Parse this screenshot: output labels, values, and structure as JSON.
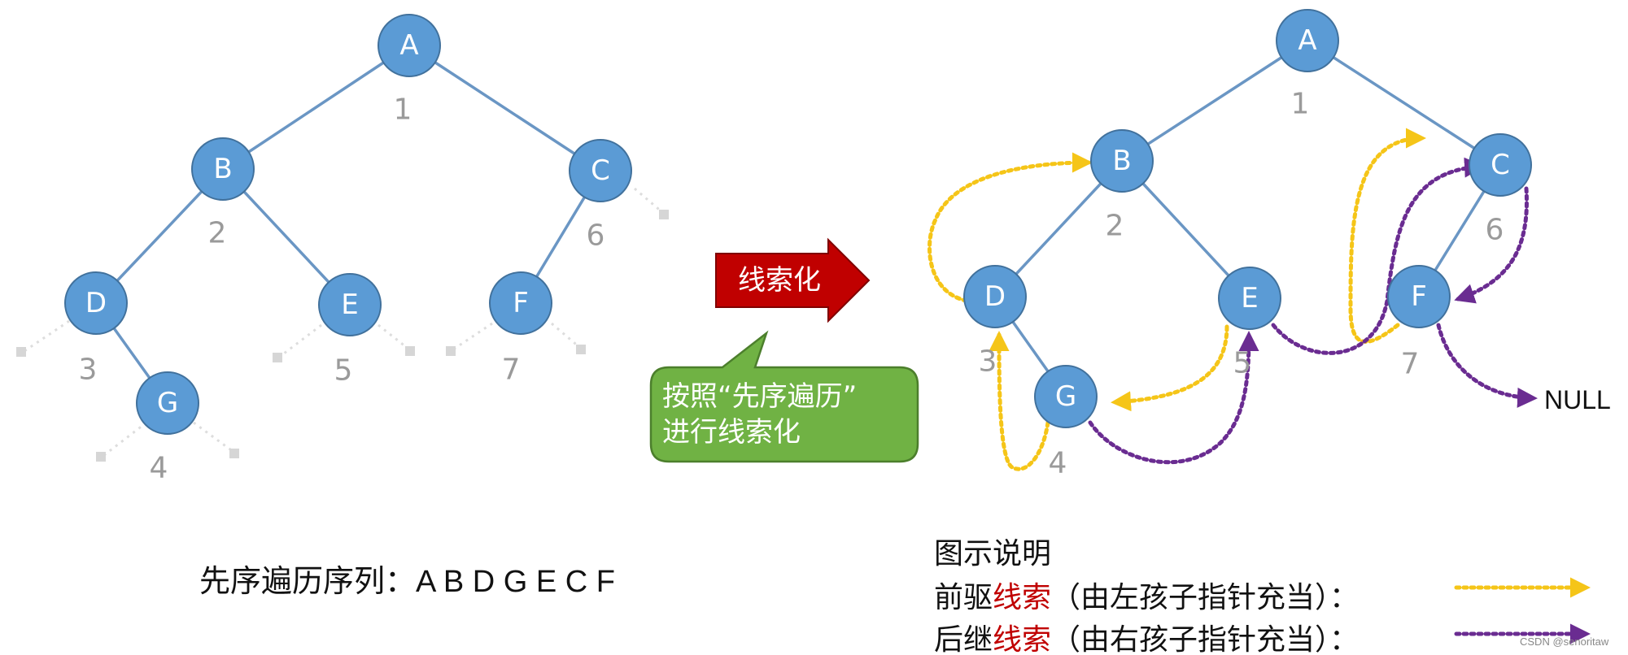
{
  "colors": {
    "node_fill": "#5b9bd5",
    "edge": "#6a96c4",
    "order_number": "#9a9a9a",
    "predecessor_thread": "#f5c518",
    "successor_thread": "#6a2c91",
    "arrow_fill": "#c00000",
    "callout_fill": "#70b244",
    "highlight_text": "#c00000"
  },
  "left_tree": {
    "nodes": [
      {
        "id": "A",
        "label": "A",
        "order": "1"
      },
      {
        "id": "B",
        "label": "B",
        "order": "2"
      },
      {
        "id": "C",
        "label": "C",
        "order": "6"
      },
      {
        "id": "D",
        "label": "D",
        "order": "3"
      },
      {
        "id": "E",
        "label": "E",
        "order": "5"
      },
      {
        "id": "F",
        "label": "F",
        "order": "7"
      },
      {
        "id": "G",
        "label": "G",
        "order": "4"
      }
    ],
    "edges": [
      [
        "A",
        "B"
      ],
      [
        "A",
        "C"
      ],
      [
        "B",
        "D"
      ],
      [
        "B",
        "E"
      ],
      [
        "C",
        "F"
      ],
      [
        "D",
        "G"
      ]
    ]
  },
  "right_tree": {
    "nodes": [
      {
        "id": "A",
        "label": "A",
        "order": "1"
      },
      {
        "id": "B",
        "label": "B",
        "order": "2"
      },
      {
        "id": "C",
        "label": "C",
        "order": "6"
      },
      {
        "id": "D",
        "label": "D",
        "order": "3"
      },
      {
        "id": "E",
        "label": "E",
        "order": "5"
      },
      {
        "id": "F",
        "label": "F",
        "order": "7"
      },
      {
        "id": "G",
        "label": "G",
        "order": "4"
      }
    ],
    "edges": [
      [
        "A",
        "B"
      ],
      [
        "A",
        "C"
      ],
      [
        "B",
        "D"
      ],
      [
        "B",
        "E"
      ],
      [
        "C",
        "F"
      ],
      [
        "D",
        "G"
      ]
    ],
    "null_label": "NULL"
  },
  "arrow_label": "线索化",
  "callout": {
    "line1": "按照“先序遍历”",
    "line2": "进行线索化"
  },
  "sequence": {
    "label": "先序遍历序列：",
    "value": "A B D G E C F"
  },
  "legend": {
    "title": "图示说明",
    "pred_prefix": "前驱",
    "pred_highlight": "线索",
    "pred_suffix": "（由左孩子指针充当）：",
    "succ_prefix": "后继",
    "succ_highlight": "线索",
    "succ_suffix": "（由右孩子指针充当）："
  },
  "watermark": "CSDN @senoritaw"
}
